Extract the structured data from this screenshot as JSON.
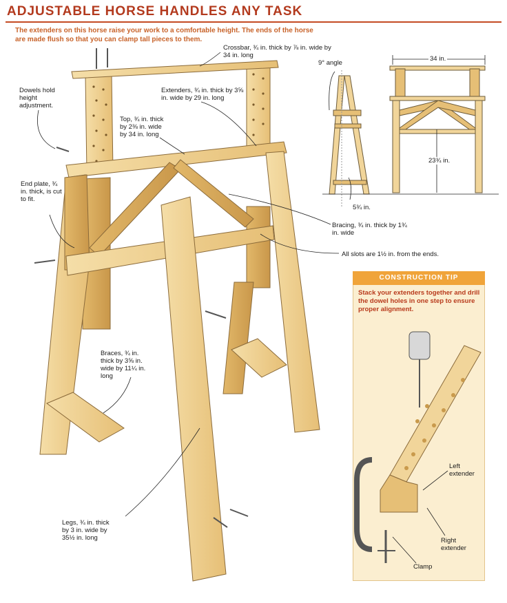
{
  "header": {
    "title": "ADJUSTABLE HORSE HANDLES ANY TASK",
    "intro": "The extenders on this horse raise your work to a comfortable height. The ends of the horse are made flush so that you can clamp tall pieces to them."
  },
  "labels": {
    "crossbar": "Crossbar, ¾ in. thick by ⅞ in. wide by 34 in. long",
    "dowels": "Dowels hold height adjustment.",
    "extenders": "Extenders, ¾ in. thick by 3⅝ in. wide by 29 in. long",
    "top": "Top, ¾ in. thick by 2⅜ in. wide by 34 in. long",
    "end_plate": "End plate, ¾ in. thick, is cut to fit.",
    "bracing": "Bracing, ¾ in. thick by 1¾ in. wide",
    "slots": "All slots are 1½ in. from the ends.",
    "braces": "Braces, ¾ in. thick by 3⅝ in. wide by 11¼ in. long",
    "legs": "Legs, ¾ in. thick by 3 in. wide by 35½ in. long"
  },
  "dimensions": {
    "angle": "9° angle",
    "width": "34 in.",
    "height": "23¾ in.",
    "foot": "5¾ in."
  },
  "tip": {
    "heading": "CONSTRUCTION TIP",
    "text": "Stack your extenders together and drill the dowel holes in one step to ensure proper alignment.",
    "left_extender": "Left extender",
    "right_extender": "Right extender",
    "clamp": "Clamp"
  },
  "colors": {
    "title": "#b33a1e",
    "accent": "#f0a43a",
    "wood": "#f1d59a",
    "wood_dark": "#d9ae62",
    "tip_bg": "#fbeed0"
  }
}
